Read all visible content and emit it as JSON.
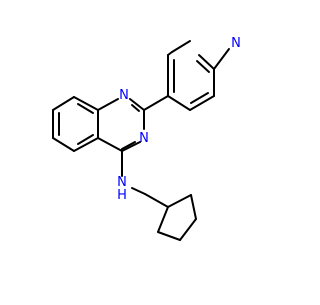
{
  "molecule": {
    "atoms": {
      "n_pyridine": {
        "label": "N",
        "color": "#0000ff"
      },
      "n1_quinazoline": {
        "label": "N",
        "color": "#0000ff"
      },
      "n3_quinazoline": {
        "label": "N",
        "color": "#0000ff"
      },
      "nh_amine": {
        "label": "N",
        "color": "#0000ff"
      },
      "h_amine": {
        "label": "H",
        "color": "#0000ff"
      }
    }
  }
}
